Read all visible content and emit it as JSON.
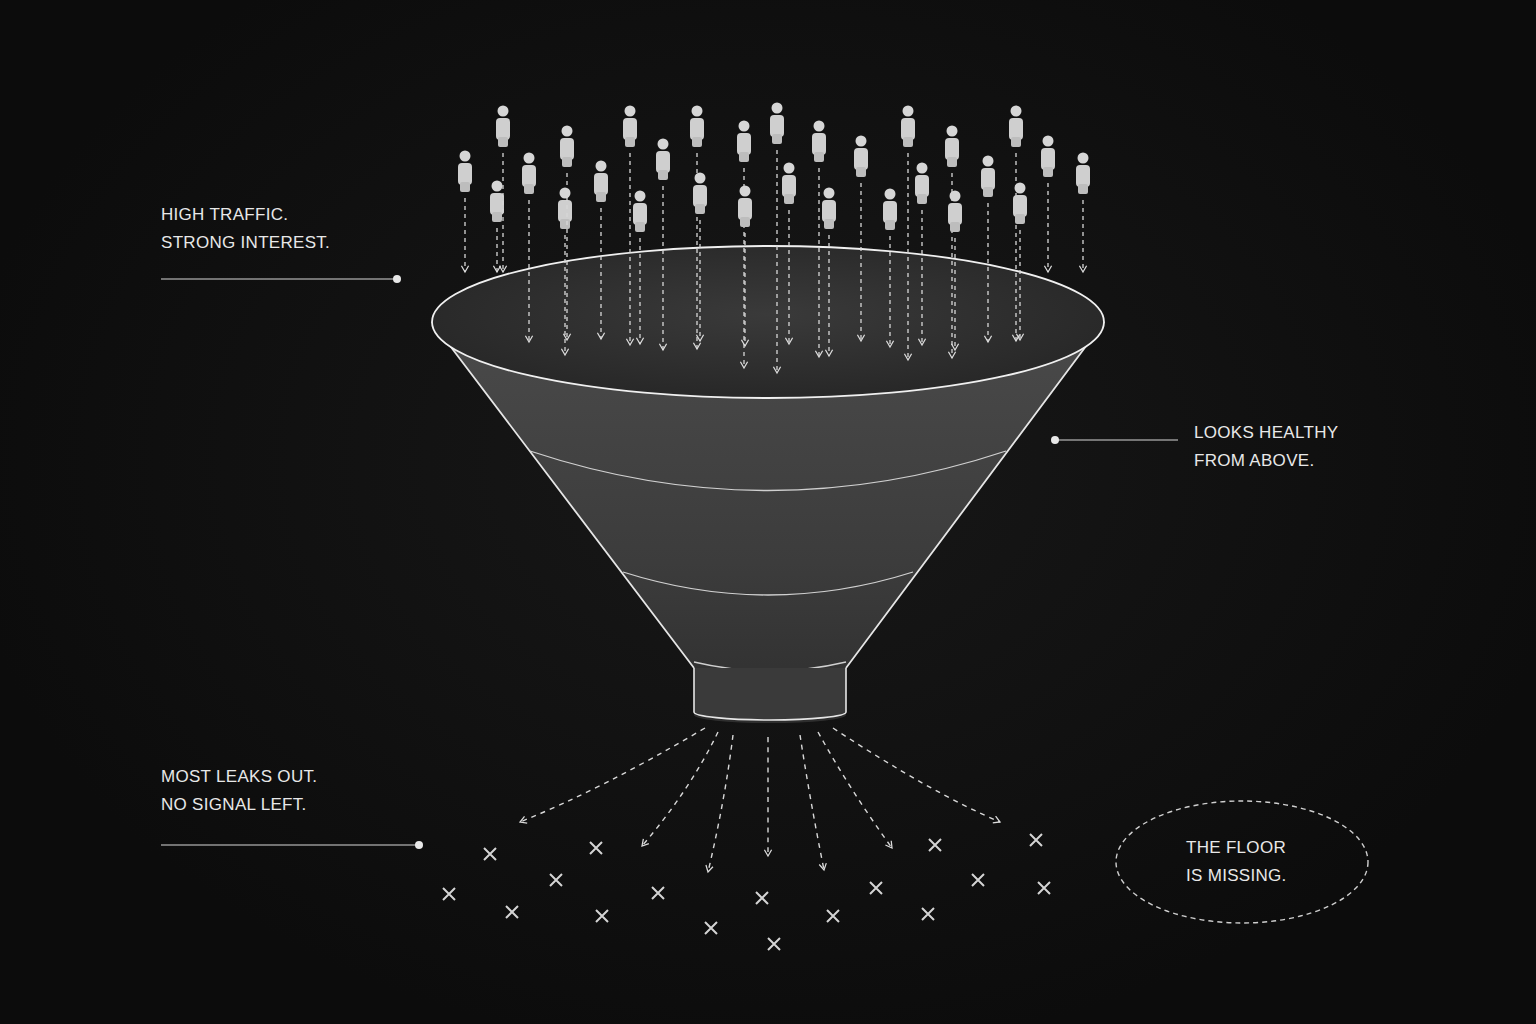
{
  "diagram": {
    "nodes": [
      {
        "text": [
          "THE FLOOR IS MISSING."
        ]
      }
    ],
    "labels": [
      "HIGH TRAFFIC. STRONG INTEREST.",
      "LOOKS HEALTHY FROM ABOVE.",
      "MOST LEAKS OUT. NO SIGNAL LEFT."
    ]
  }
}
